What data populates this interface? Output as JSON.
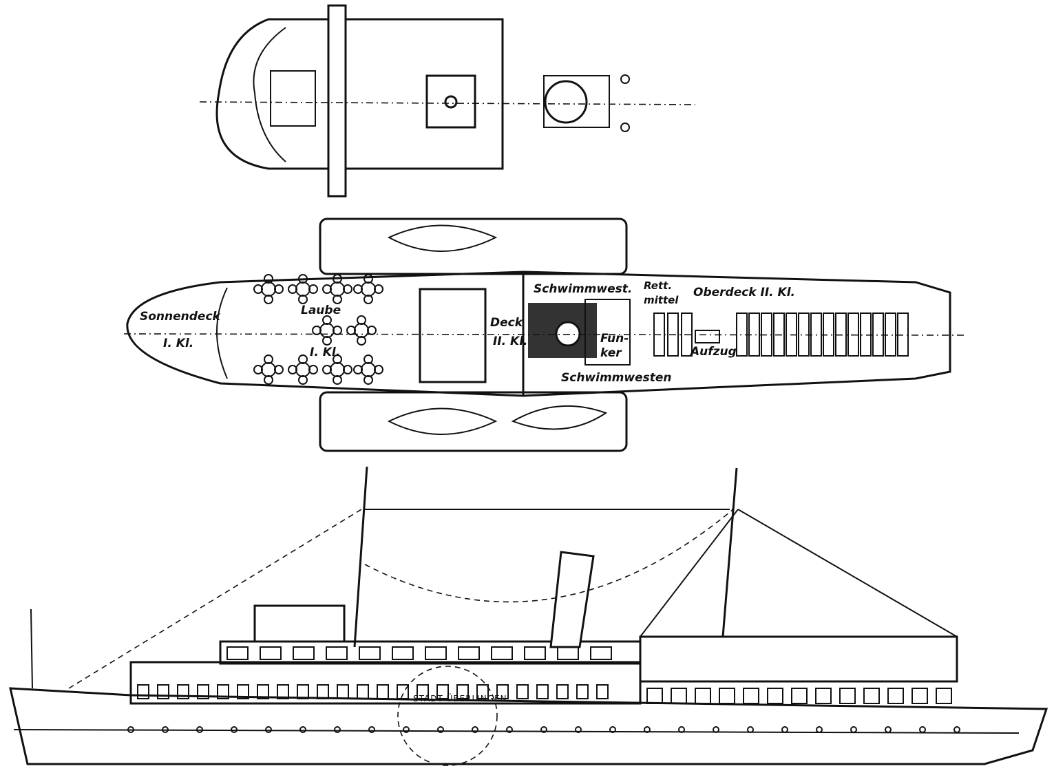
{
  "title": "Stadt Überlingen deck plans and side elevation",
  "sun_deck_plan": {},
  "upper_deck_plan": {
    "labels": {
      "sonnendeck": "Sonnendeck",
      "sonnendeck_class": "I. Kl.",
      "laube": "Laube",
      "laube_class": "I. Kl.",
      "deck": "Deck",
      "deck_class": "II. Kl.",
      "schwimmwest": "Schwimmwest.",
      "rett": "Rett.",
      "mittel": "mittel",
      "oberdeck": "Oberdeck II. Kl.",
      "fun": "Fun-",
      "ker": "ker",
      "aufzug": "Aufzug",
      "schwimmwesten": "Schwimmwesten"
    }
  },
  "side_elevation": {
    "ship_name": "STADT ÜBERLINGEN"
  }
}
